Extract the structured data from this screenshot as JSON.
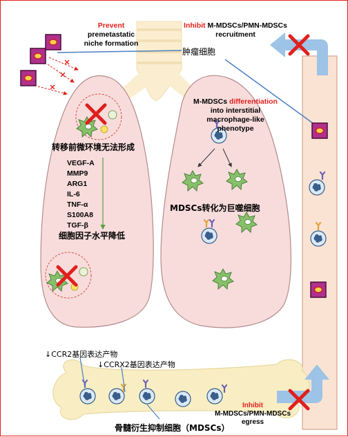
{
  "labels": {
    "prevent_word": "Prevent",
    "prevent_line1": "premetastatic",
    "prevent_line2": "niche formation",
    "inhibit_top_word": "Inhibit",
    "inhibit_top_rest": " M-MDSCs/PMN-MDSCs",
    "inhibit_top_line2": "recruitment",
    "tumor_cell": "肿瘤细胞",
    "diff_prefix": "M-MDSCs ",
    "diff_word": "differentiation",
    "diff_line2": "into interstitial",
    "diff_line3": "macrophage-like",
    "diff_line4": "phenotype",
    "niche_fail": "转移前微环境无法形成",
    "mdsc_to_macro": "MDSCs转化为巨噬细胞",
    "cytokine_down": "细胞因子水平降低",
    "ccr2": "↓CCR2基因表达产物",
    "ccrx2": "↓CCRX2基因表达产物",
    "bone_marrow": "骨髓衍生抑制细胞（MDSCs）",
    "inhibit_bottom_word": "Inhibit",
    "inhibit_bottom_line2": "M-MDSCs/PMN-MDSCs",
    "inhibit_bottom_line3": "egress"
  },
  "cytokines": [
    "VEGF-A",
    "MMP9",
    "ARG1",
    "IL-6",
    "TNF-α",
    "S100A8",
    "TGF-β"
  ],
  "colors": {
    "accent_red": "#e0201c",
    "lung": "#f8dcdc",
    "vessel": "#fbe3d3",
    "bone": "#f9eec3",
    "arrow_blue": "#9dc3e6",
    "tumor_cell": "#b0308c",
    "macrophage": "#86c06a"
  }
}
